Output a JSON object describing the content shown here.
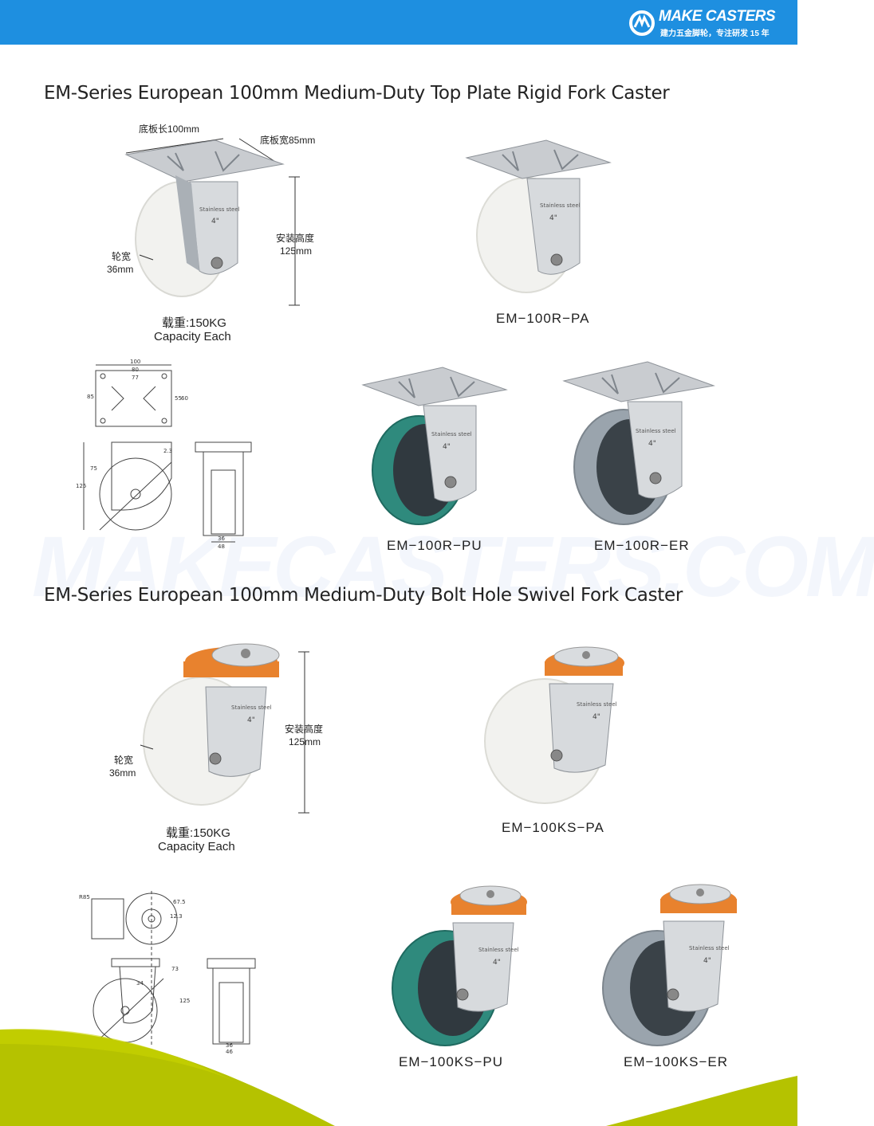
{
  "brand": {
    "name": "MAKE CASTERS",
    "tagline": "建力五金脚轮，专注研发 15 年",
    "header_color": "#1e8fe0"
  },
  "watermark": "MAKECASTERS.COM",
  "sections": [
    {
      "title": "EM-Series European 100mm Medium-Duty Top Plate Rigid Fork Caster",
      "feature": {
        "plate_length": "底板长100mm",
        "plate_width": "底板宽85mm",
        "height_cn": "安装高度",
        "height_val": "125mm",
        "wheel_width_cn": "轮宽",
        "wheel_width_val": "36mm",
        "load_cn": "载重:150KG",
        "load_en": "Capacity Each"
      },
      "models": [
        "EM−100R−PA",
        "EM−100R−PU",
        "EM−100R−ER"
      ]
    },
    {
      "title": "EM-Series European 100mm Medium-Duty  Bolt Hole Swivel Fork Caster",
      "feature": {
        "height_cn": "安装高度",
        "height_val": "125mm",
        "wheel_width_cn": "轮宽",
        "wheel_width_val": "36mm",
        "load_cn": "载重:150KG",
        "load_en": "Capacity Each"
      },
      "models": [
        "EM−100KS−PA",
        "EM−100KS−PU",
        "EM−100KS−ER"
      ]
    }
  ],
  "wheel_colors": {
    "PA": "#f2f2ef",
    "PU": "#2f8a7d",
    "ER": "#9aa4ad",
    "swivel_ring": "#e8822e"
  },
  "drawing_labels": {
    "rigid": [
      "100",
      "80",
      "77",
      "85",
      "55",
      "60",
      "125",
      "75",
      "2.3",
      "36",
      "48"
    ],
    "swivel": [
      "R85",
      "67.5",
      "12.3",
      "34",
      "73",
      "125",
      "36",
      "46"
    ]
  }
}
